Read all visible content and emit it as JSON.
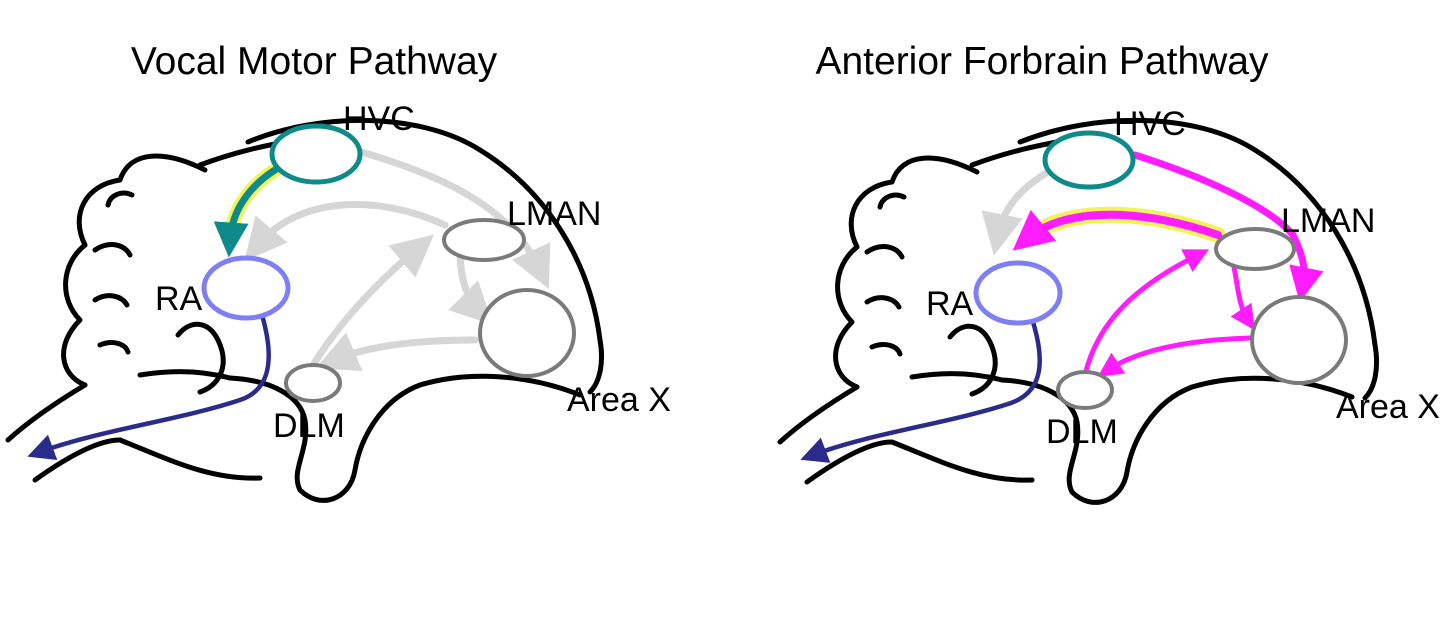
{
  "panels": [
    {
      "title": "Vocal Motor Pathway",
      "labels": {
        "hvc": "HVC",
        "lman": "LMAN",
        "ra": "RA",
        "dlm": "DLM",
        "areax": "Area X"
      }
    },
    {
      "title": "Anterior Forbrain Pathway",
      "labels": {
        "hvc": "HVC",
        "lman": "LMAN",
        "ra": "RA",
        "dlm": "DLM",
        "areax": "Area X"
      }
    }
  ],
  "colors": {
    "outline": "#000000",
    "hvc": "#0e8a8a",
    "ra": "#7f7ff5",
    "nucleus": "#7a7a7a",
    "inactive": "#d6d6d6",
    "motor_output": "#2b2b8c",
    "vmp_highlight": "#0e8a8a",
    "afp_highlight": "#ff1dff",
    "glow": "#f2f25a"
  }
}
